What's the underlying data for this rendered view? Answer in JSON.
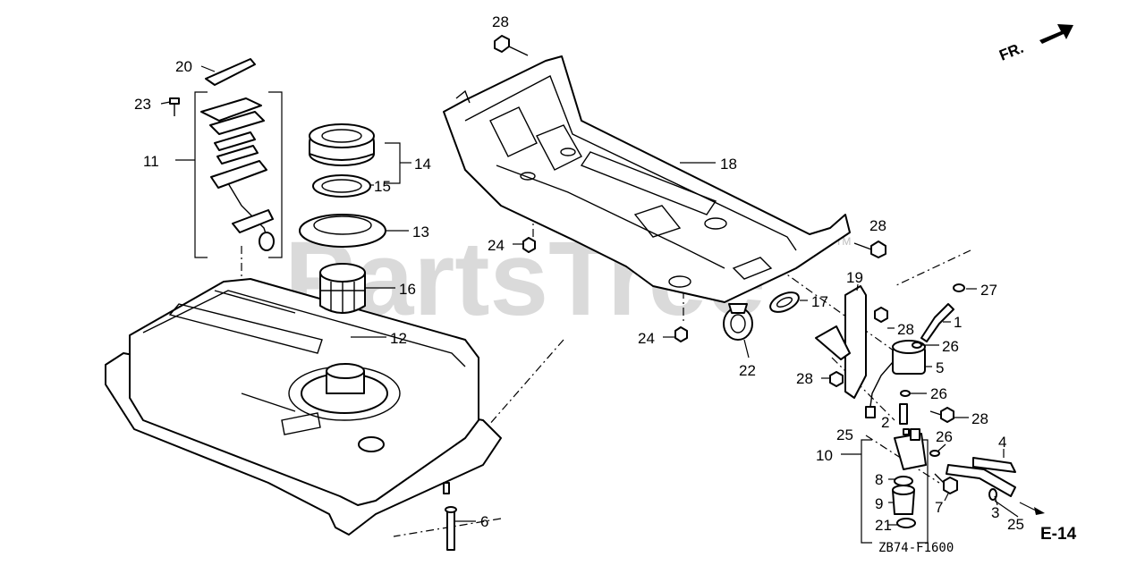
{
  "watermark": {
    "text": "PartsTree",
    "trademark": "TM"
  },
  "direction_label": "FR.",
  "diagram_code": "ZB74-F1600",
  "section_code": "E-14",
  "callouts": [
    "28",
    "20",
    "23",
    "11",
    "14",
    "15",
    "13",
    "16",
    "12",
    "18",
    "24",
    "24",
    "22",
    "17",
    "19",
    "28",
    "1",
    "27",
    "28",
    "26",
    "5",
    "28",
    "26",
    "2",
    "28",
    "25",
    "26",
    "10",
    "4",
    "8",
    "9",
    "7",
    "21",
    "3",
    "25",
    "6"
  ]
}
